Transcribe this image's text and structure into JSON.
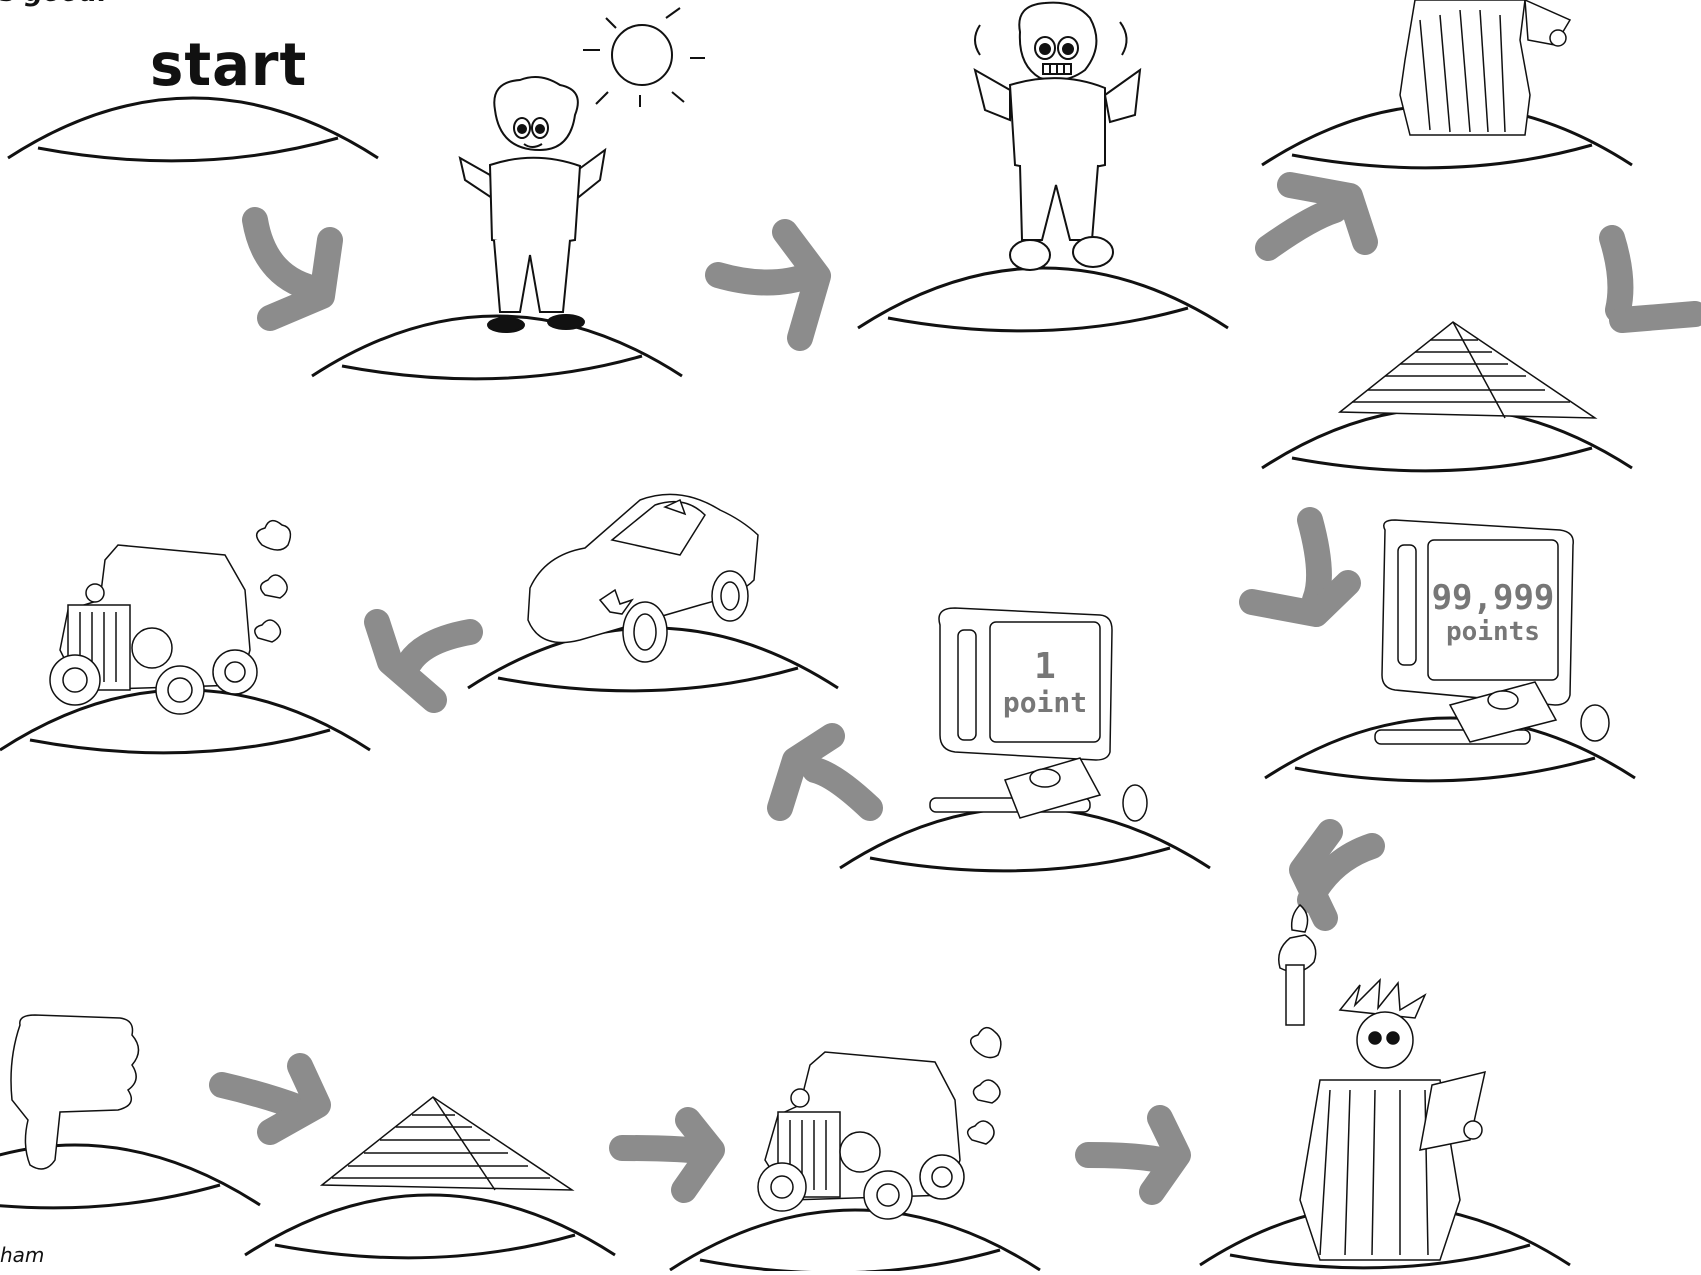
{
  "board": {
    "top_caption": "s good.",
    "start_label": "start",
    "bottom_credit": "ham"
  },
  "screens": {
    "high_score_value": "99,999",
    "high_score_unit": "points",
    "low_score_value": "1",
    "low_score_unit": "point"
  },
  "colors": {
    "arrow": "#8c8c8c",
    "line": "#111111",
    "screen_text": "#777777"
  },
  "tiles": [
    {
      "id": "start",
      "picture": "blank"
    },
    {
      "id": "kid-happy",
      "picture": "kid-sunny-icon"
    },
    {
      "id": "kid-scared",
      "picture": "kid-scared-icon"
    },
    {
      "id": "statue-top",
      "picture": "statue-of-liberty-icon"
    },
    {
      "id": "pyramid-right",
      "picture": "pyramid-icon"
    },
    {
      "id": "tv-high-score",
      "picture": "tv-game-icon"
    },
    {
      "id": "tv-low-score",
      "picture": "tv-game-icon"
    },
    {
      "id": "car-crashed",
      "picture": "crashed-car-icon"
    },
    {
      "id": "old-car-left",
      "picture": "old-car-icon"
    },
    {
      "id": "statue-bottom",
      "picture": "statue-of-liberty-icon"
    },
    {
      "id": "old-car-bottom",
      "picture": "old-car-icon"
    },
    {
      "id": "pyramid-bottom",
      "picture": "pyramid-icon"
    },
    {
      "id": "thumbs-down",
      "picture": "thumbs-down-icon"
    }
  ]
}
